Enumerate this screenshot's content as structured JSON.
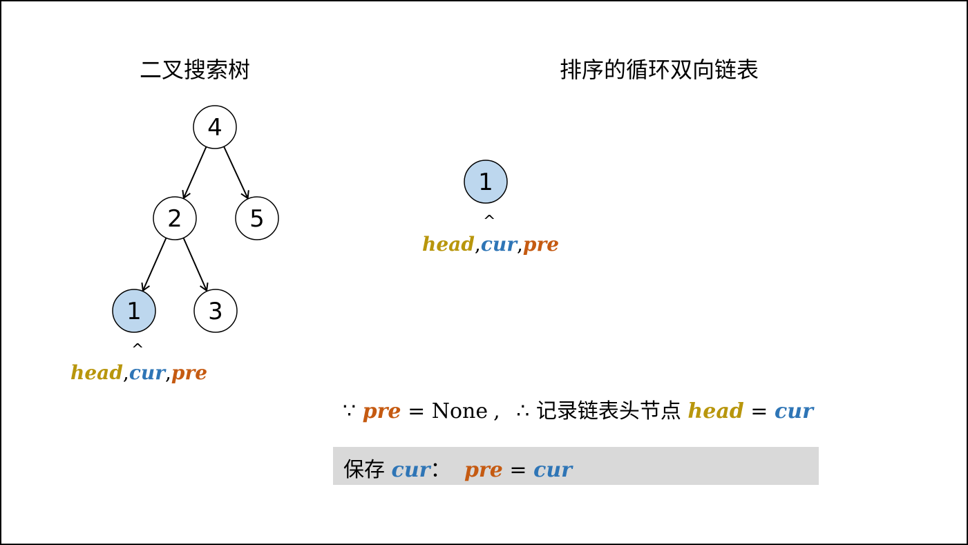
{
  "titles": {
    "left": "二叉搜索树",
    "right": "排序的循环双向链表"
  },
  "colors": {
    "head": "#b8960c",
    "cur": "#2e75b6",
    "pre": "#c55a11",
    "highlight_node": "#bdd7ee",
    "box": "#d9d9d9"
  },
  "tree": {
    "nodes": [
      {
        "id": "n4",
        "label": "4",
        "highlighted": false
      },
      {
        "id": "n2",
        "label": "2",
        "highlighted": false
      },
      {
        "id": "n5",
        "label": "5",
        "highlighted": false
      },
      {
        "id": "n1",
        "label": "1",
        "highlighted": true
      },
      {
        "id": "n3",
        "label": "3",
        "highlighted": false
      }
    ],
    "edges": [
      {
        "from": "n4",
        "to": "n2"
      },
      {
        "from": "n4",
        "to": "n5"
      },
      {
        "from": "n2",
        "to": "n1"
      },
      {
        "from": "n2",
        "to": "n3"
      }
    ]
  },
  "list": {
    "nodes": [
      {
        "id": "l1",
        "label": "1",
        "highlighted": true
      }
    ]
  },
  "pointers": {
    "caret": "^",
    "head": "head",
    "cur": "cur",
    "pre": "pre",
    "comma": ","
  },
  "condition": {
    "because": "∵",
    "pre": "pre",
    "eq": "=",
    "none": "None",
    "sep": ",",
    "therefore": "∴",
    "text": "记录链表头节点",
    "head": "head",
    "cur": "cur"
  },
  "save": {
    "label": "保存",
    "cur": "cur",
    "colon": "：",
    "pre": "pre",
    "eq": "=",
    "cur2": "cur"
  }
}
